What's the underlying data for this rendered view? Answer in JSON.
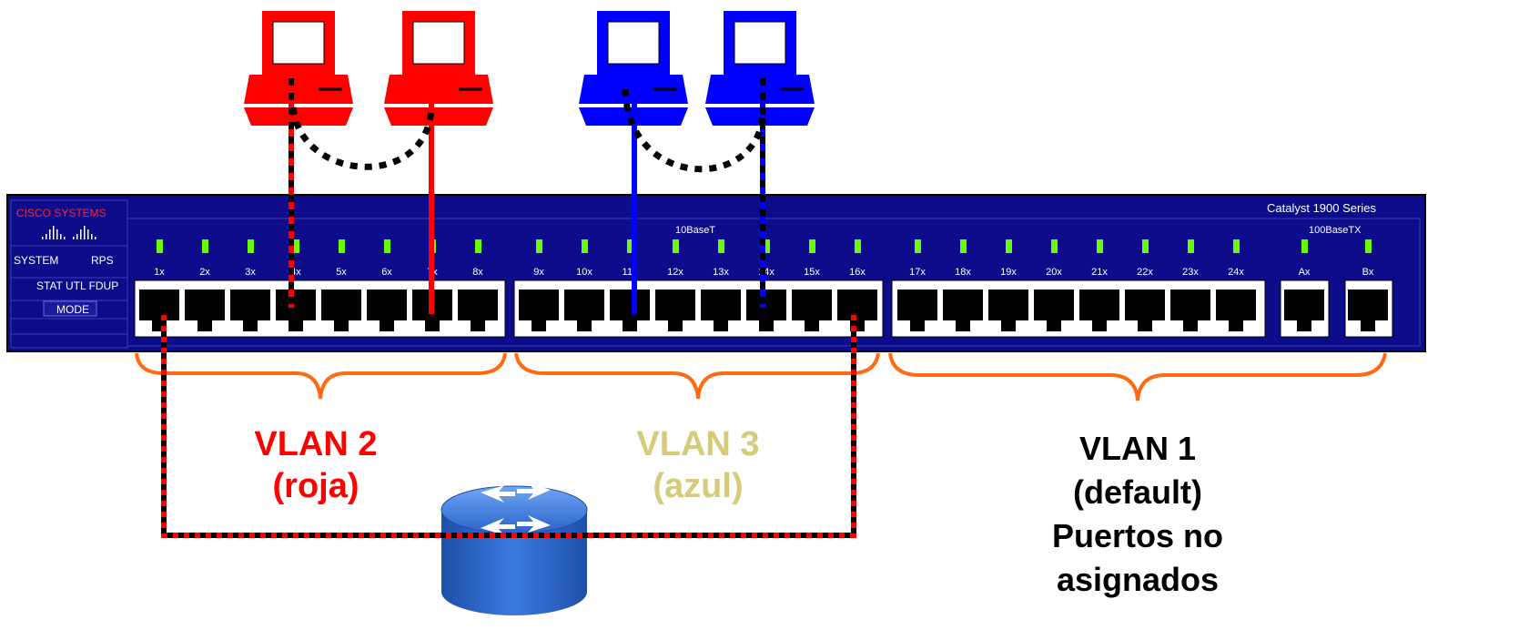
{
  "switch": {
    "brand": "CISCO SYSTEMS",
    "model": "Catalyst 1900 Series",
    "group_10baset": "10BaseT",
    "group_100basetx": "100BaseTX",
    "btn_system": "SYSTEM",
    "btn_rps": "RPS",
    "btn_stat": "STAT UTL FDUP",
    "btn_mode": "MODE",
    "ports": [
      "1x",
      "2x",
      "3x",
      "4x",
      "5x",
      "6x",
      "7x",
      "8x",
      "9x",
      "10x",
      "11x",
      "12x",
      "13x",
      "14x",
      "15x",
      "16x",
      "17x",
      "18x",
      "19x",
      "20x",
      "21x",
      "22x",
      "23x",
      "24x"
    ],
    "uplinks": [
      "Ax",
      "Bx"
    ]
  },
  "vlans": {
    "vlan2": {
      "line1": "VLAN 2",
      "line2": "(roja)",
      "color": "#ff0000"
    },
    "vlan3": {
      "line1": "VLAN 3",
      "line2": "(azul)",
      "color": "#d4cc7a"
    },
    "vlan1": {
      "line1": "VLAN 1",
      "line2": "(default)",
      "line3": "Puertos no",
      "line4": "asignados",
      "color": "#000000"
    }
  },
  "colors": {
    "switch_body": "#0d0d8c",
    "red_pc": "#ff0000",
    "blue_pc": "#0000ff",
    "led": "#66ff00",
    "brace": "#ff6a13",
    "router": "#2e6fd6"
  }
}
